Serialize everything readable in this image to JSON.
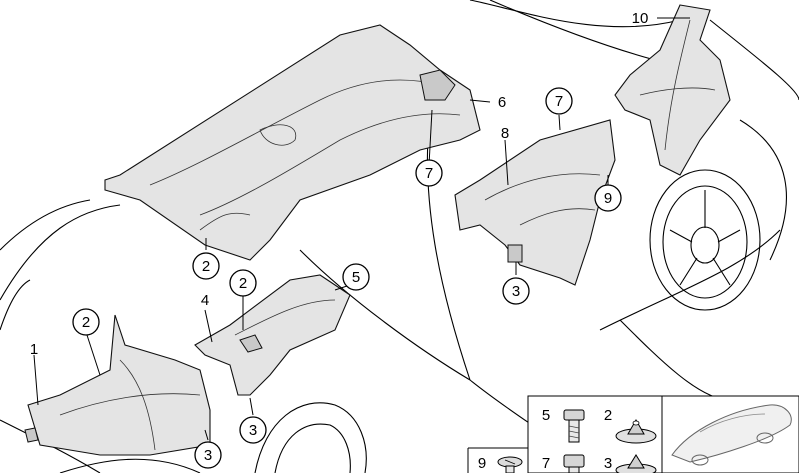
{
  "colors": {
    "line": "#000000",
    "part_fill": "#e4e4e4",
    "shade": "#c9c9c9",
    "background": "#ffffff"
  },
  "callouts": [
    {
      "id": "c1",
      "text": "1"
    },
    {
      "id": "c2a",
      "text": "2"
    },
    {
      "id": "c2b",
      "text": "2"
    },
    {
      "id": "c2c",
      "text": "2"
    },
    {
      "id": "c3a",
      "text": "3"
    },
    {
      "id": "c3b",
      "text": "3"
    },
    {
      "id": "c3c",
      "text": "3"
    },
    {
      "id": "c4",
      "text": "4"
    },
    {
      "id": "c5",
      "text": "5"
    },
    {
      "id": "c6",
      "text": "6"
    },
    {
      "id": "c7a",
      "text": "7"
    },
    {
      "id": "c7b",
      "text": "7"
    },
    {
      "id": "c8",
      "text": "8"
    },
    {
      "id": "c9",
      "text": "9"
    },
    {
      "id": "c10",
      "text": "10"
    }
  ],
  "legend": [
    {
      "text": "5",
      "icon": "bolt-icon"
    },
    {
      "text": "2",
      "icon": "clip-nut-icon"
    },
    {
      "text": "9",
      "icon": "screw-icon"
    },
    {
      "text": "7",
      "icon": "bolt-icon"
    },
    {
      "text": "3",
      "icon": "clip-nut-icon"
    }
  ]
}
